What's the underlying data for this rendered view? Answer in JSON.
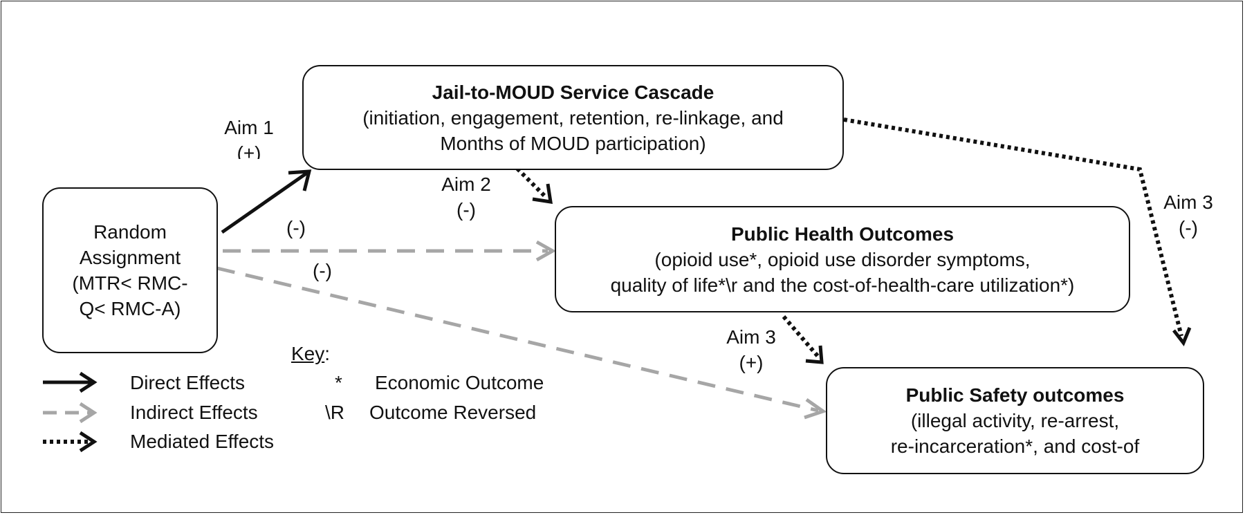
{
  "boxes": {
    "cascade": {
      "title": "Jail-to-MOUD Service Cascade",
      "line1": "(initiation, engagement, retention, re-linkage, and",
      "line2": "Months of MOUD participation)"
    },
    "random": {
      "line1": "Random",
      "line2": "Assignment",
      "line3": "(MTR< RMC-",
      "line4": "Q< RMC-A)"
    },
    "health": {
      "title": "Public Health Outcomes",
      "line1": "(opioid use*, opioid use disorder symptoms,",
      "line2": "quality of life*\\r and the cost-of-health-care utilization*)"
    },
    "safety": {
      "title": "Public Safety outcomes",
      "line1": "(illegal activity, re-arrest,",
      "line2": "re-incarceration*, and cost-of"
    }
  },
  "edge_labels": {
    "aim1": "Aim 1",
    "aim1_sign": "(+)",
    "aim2": "Aim 2",
    "aim2_sign": "(-)",
    "indirect_health_sign": "(-)",
    "indirect_safety_sign": "(-)",
    "aim3_right": "Aim 3",
    "aim3_right_sign": "(-)",
    "aim3_mid": "Aim 3",
    "aim3_mid_sign": "(+)"
  },
  "key": {
    "heading": "Key",
    "heading_colon": ":",
    "direct": "Direct Effects",
    "indirect": "Indirect Effects",
    "mediated": "Mediated Effects",
    "symbol_economic": "*",
    "economic": "Economic Outcome",
    "symbol_reversed": "\\R",
    "reversed": "Outcome Reversed"
  },
  "colors": {
    "direct": "#111111",
    "indirect": "#a6a6a6",
    "mediated": "#111111"
  }
}
